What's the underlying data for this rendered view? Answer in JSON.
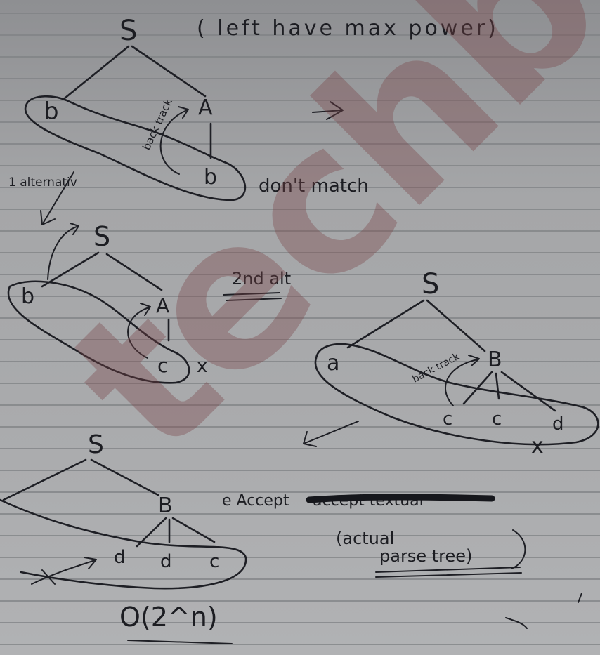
{
  "header_note": "( left have max power)",
  "labels": {
    "alt1": "1 alternativ",
    "dont_match": "don't match",
    "back_track_a": "back track",
    "back_track_b": "back track",
    "second_title": "2nd alt",
    "accept": "e Accept",
    "accept_struck": "accept textual",
    "actual_line1": "(actual",
    "actual_line2": "parse tree)",
    "complexity": "O(2^n)"
  },
  "tree1": {
    "root": "S",
    "left": "b",
    "right": "A",
    "child": "b"
  },
  "tree2": {
    "root": "S",
    "left": "b",
    "right": "A",
    "child": "c",
    "mark": "x"
  },
  "tree3": {
    "root": "S",
    "left": "a",
    "right": "B",
    "children": [
      "c",
      "c",
      "d"
    ],
    "mark": "x"
  },
  "tree4": {
    "root": "S",
    "right": "B",
    "children": [
      "d",
      "d",
      "c"
    ]
  },
  "watermark": "techbits"
}
